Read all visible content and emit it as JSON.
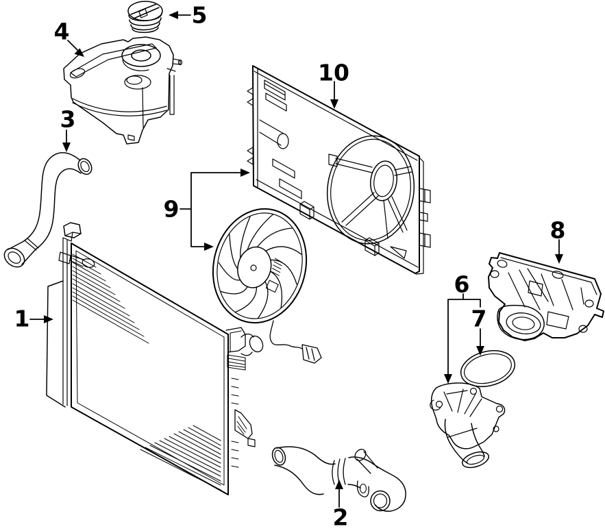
{
  "diagram": {
    "type": "exploded-parts-diagram",
    "subject": "engine-cooling-system",
    "background_color": "#ffffff",
    "line_color": "#000000",
    "callouts": [
      {
        "number": "1",
        "part": "radiator"
      },
      {
        "number": "2",
        "part": "lower-radiator-hose"
      },
      {
        "number": "3",
        "part": "upper-radiator-hose"
      },
      {
        "number": "4",
        "part": "coolant-expansion-tank"
      },
      {
        "number": "5",
        "part": "expansion-tank-cap"
      },
      {
        "number": "6",
        "part": "thermostat-housing"
      },
      {
        "number": "7",
        "part": "o-ring-gasket"
      },
      {
        "number": "8",
        "part": "water-pump"
      },
      {
        "number": "9",
        "part": "cooling-fan"
      },
      {
        "number": "10",
        "part": "fan-shroud"
      }
    ]
  }
}
